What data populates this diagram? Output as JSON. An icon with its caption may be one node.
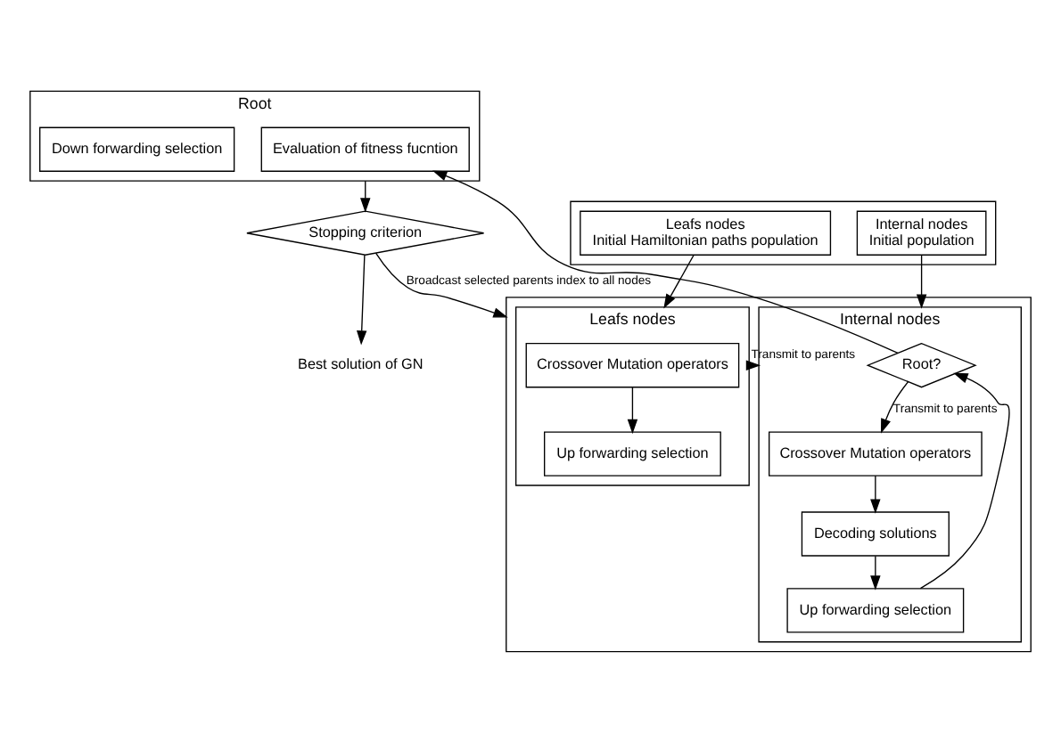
{
  "diagram": {
    "nodes": [
      {
        "text": [
          "Root"
        ]
      },
      {
        "text": [
          "Evaluation of fitness fucntion"
        ],
        "in": 0
      },
      {
        "text": [
          "Down forwarding selection"
        ],
        "in": 0
      },
      {
        "text": [],
        "shape": "box"
      },
      {
        "text": [
          "Leafs nodes",
          "Initial Hamiltonian paths population"
        ],
        "in": 3
      },
      {
        "text": [
          "Internal nodes",
          "Initial population"
        ],
        "in": 3
      },
      {
        "text": [],
        "shape": "box"
      },
      {
        "text": [
          "Leafs nodes"
        ],
        "in": 6
      },
      {
        "text": [
          "Crossover Mutation operators"
        ],
        "in": 7
      },
      {
        "text": [
          "Up forwarding selection"
        ],
        "in": 7
      },
      {
        "text": [
          "Internal nodes"
        ],
        "in": 6
      },
      {
        "text": [
          "Root?"
        ],
        "in": 10
      },
      {
        "text": [
          "Crossover Mutation operators"
        ],
        "in": 10
      },
      {
        "text": [
          "Decoding solutions"
        ],
        "in": 10
      },
      {
        "text": [
          "Up forwarding selection"
        ],
        "in": 10
      },
      {
        "text": [
          "Stopping criterion"
        ]
      },
      {
        "text": [
          "Best solution of GN"
        ]
      }
    ],
    "edges": [
      {
        "from": 4,
        "to": 7,
        "arrow": "to"
      },
      {
        "from": 5,
        "to": 10,
        "arrow": "to"
      },
      {
        "from": 11,
        "to": 1,
        "arrow": "to"
      },
      {
        "from": 11,
        "to": 12,
        "label": "Transmit to parents",
        "arrow": "to"
      },
      {
        "from": 8,
        "to": 9,
        "arrow": "to"
      },
      {
        "from": 12,
        "to": 13,
        "arrow": "to"
      },
      {
        "from": 13,
        "to": 14,
        "arrow": "to"
      },
      {
        "from": 14,
        "to": 11,
        "arrow": "to"
      },
      {
        "from": 7,
        "to": 10,
        "label": "Transmit to parents",
        "arrow": "to"
      },
      {
        "from": 0,
        "to": 15,
        "arrow": "to"
      },
      {
        "from": 15,
        "to": 16,
        "arrow": "to"
      },
      {
        "from": 15,
        "to": 6,
        "label": "Broadcast selected parents index to all nodes",
        "arrow": "to"
      }
    ]
  }
}
